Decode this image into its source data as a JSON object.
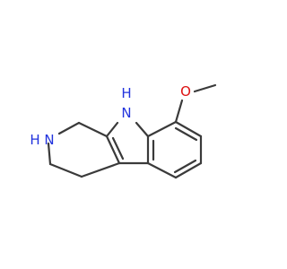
{
  "molecule": {
    "atom_labels": {
      "indole_nh": "H",
      "indole_n": "N",
      "amine_n": "N",
      "amine_h": "H",
      "oxygen": "O"
    },
    "colors": {
      "bond": "#3a3a3a",
      "nitrogen": "#2233dd",
      "oxygen": "#dd1111",
      "background": "#ffffff"
    }
  }
}
